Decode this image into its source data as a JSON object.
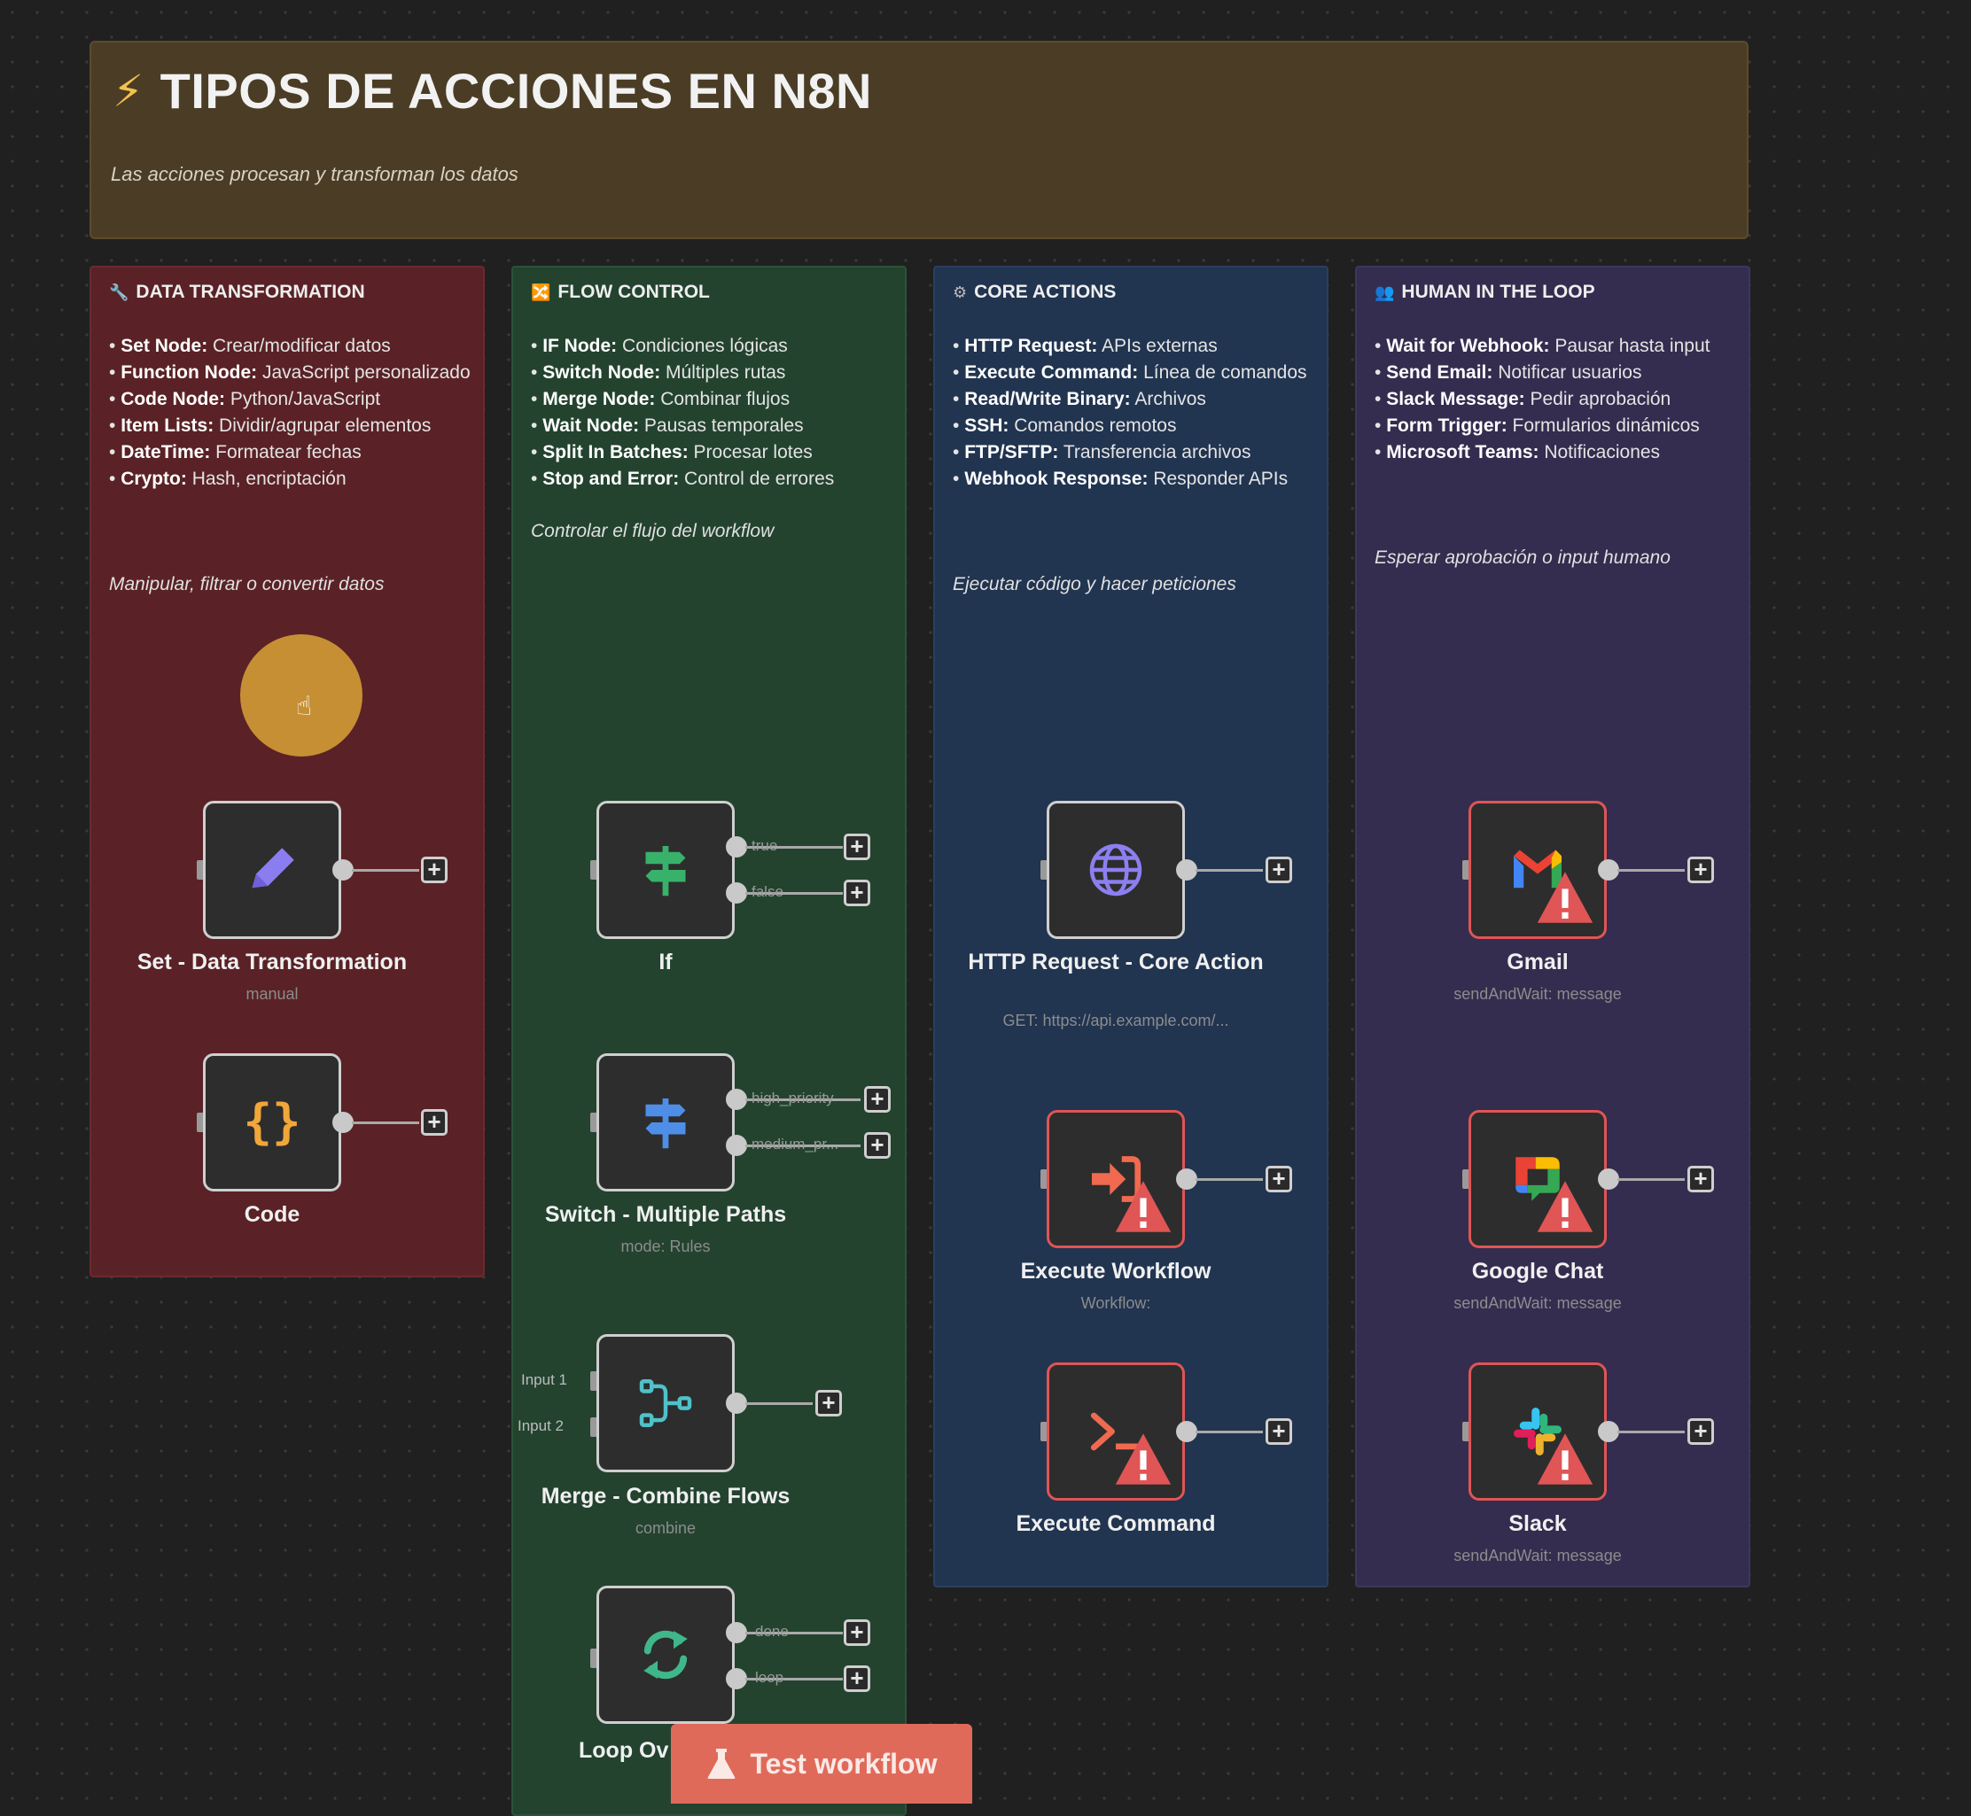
{
  "header": {
    "icon": "lightning-bolt-icon",
    "title": "TIPOS DE ACCIONES EN N8N",
    "subtitle": "Las acciones procesan y transforman los datos"
  },
  "columns": {
    "data": {
      "title": "DATA TRANSFORMATION",
      "icon": "wrench-icon",
      "items": [
        {
          "name": "Set Node:",
          "desc": " Crear/modificar datos"
        },
        {
          "name": "Function Node:",
          "desc": " JavaScript personalizado"
        },
        {
          "name": "Code Node:",
          "desc": " Python/JavaScript"
        },
        {
          "name": "Item Lists:",
          "desc": " Dividir/agrupar elementos"
        },
        {
          "name": "DateTime:",
          "desc": " Formatear fechas"
        },
        {
          "name": "Crypto:",
          "desc": " Hash, encriptación"
        }
      ],
      "footer": "Manipular, filtrar o convertir datos"
    },
    "flow": {
      "title": "FLOW CONTROL",
      "icon": "flow-icon",
      "items": [
        {
          "name": "IF Node:",
          "desc": " Condiciones lógicas"
        },
        {
          "name": "Switch Node:",
          "desc": " Múltiples rutas"
        },
        {
          "name": "Merge Node:",
          "desc": " Combinar flujos"
        },
        {
          "name": "Wait Node:",
          "desc": " Pausas temporales"
        },
        {
          "name": "Split In Batches:",
          "desc": " Procesar lotes"
        },
        {
          "name": "Stop and Error:",
          "desc": " Control de errores"
        }
      ],
      "footer": "Controlar el flujo del workflow"
    },
    "core": {
      "title": "CORE ACTIONS",
      "icon": "gear-icon",
      "items": [
        {
          "name": "HTTP Request:",
          "desc": " APIs externas"
        },
        {
          "name": "Execute Command:",
          "desc": " Línea de comandos"
        },
        {
          "name": "Read/Write Binary:",
          "desc": " Archivos"
        },
        {
          "name": "SSH:",
          "desc": " Comandos remotos"
        },
        {
          "name": "FTP/SFTP:",
          "desc": " Transferencia archivos"
        },
        {
          "name": "Webhook Response:",
          "desc": " Responder APIs"
        }
      ],
      "footer": "Ejecutar código y hacer peticiones"
    },
    "human": {
      "title": "HUMAN IN THE LOOP",
      "icon": "people-icon",
      "items": [
        {
          "name": "Wait for Webhook:",
          "desc": " Pausar hasta input"
        },
        {
          "name": "Send Email:",
          "desc": " Notificar usuarios"
        },
        {
          "name": "Slack Message:",
          "desc": " Pedir aprobación"
        },
        {
          "name": "Form Trigger:",
          "desc": " Formularios dinámicos"
        },
        {
          "name": "Microsoft Teams:",
          "desc": " Notificaciones"
        }
      ],
      "footer": "Esperar aprobación o input humano"
    }
  },
  "nodes": {
    "set": {
      "label": "Set - Data Transformation",
      "sub": "manual"
    },
    "code": {
      "label": "Code",
      "sub": ""
    },
    "if": {
      "label": "If",
      "sub": "",
      "outputs": [
        "true",
        "false"
      ]
    },
    "switch": {
      "label": "Switch - Multiple Paths",
      "sub": "mode: Rules",
      "outputs": [
        "high_priority",
        "medium_pr..."
      ]
    },
    "merge": {
      "label": "Merge - Combine Flows",
      "sub": "combine",
      "inputs": [
        "Input 1",
        "Input 2"
      ]
    },
    "loop": {
      "label": "Loop Ov",
      "sub": "",
      "outputs": [
        "done",
        "loop"
      ]
    },
    "http": {
      "label": "HTTP Request - Core Action",
      "sub": "GET: https://api.example.com/..."
    },
    "execwf": {
      "label": "Execute Workflow",
      "sub": "Workflow:"
    },
    "execcmd": {
      "label": "Execute Command",
      "sub": ""
    },
    "gmail": {
      "label": "Gmail",
      "sub": "sendAndWait: message"
    },
    "gchat": {
      "label": "Google Chat",
      "sub": "sendAndWait: message"
    },
    "slack": {
      "label": "Slack",
      "sub": "sendAndWait: message"
    }
  },
  "test_button": {
    "label": "Test workflow",
    "icon": "flask-icon"
  },
  "colors": {
    "data": "#5a2226",
    "flow": "#23432f",
    "core": "#213450",
    "human": "#342d4f",
    "header": "#4b3d25",
    "test_button": "#e06a5a",
    "warning": "#e05555"
  }
}
